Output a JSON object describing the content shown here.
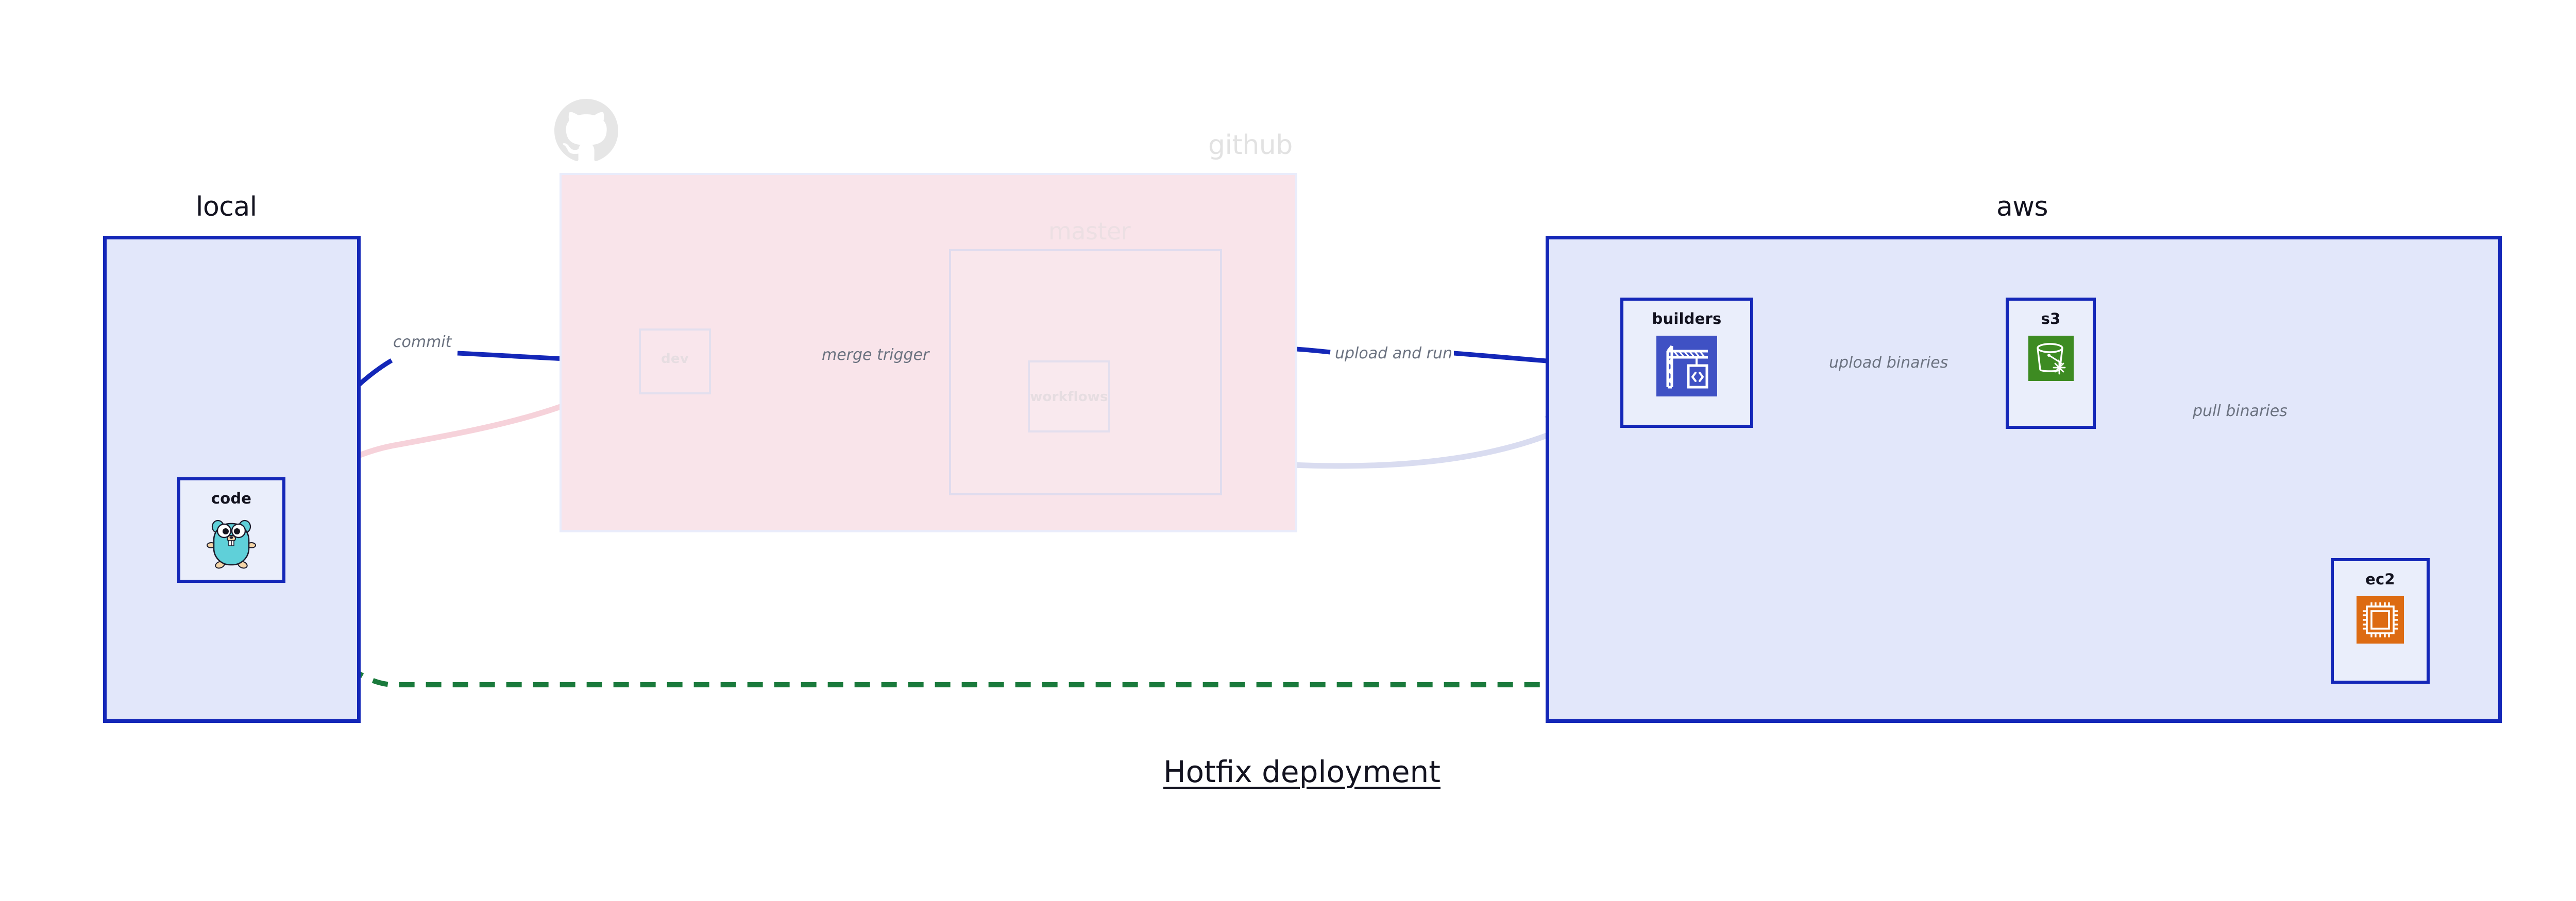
{
  "diagram": {
    "title": "Hotfix deployment",
    "clusters": [
      {
        "id": "local",
        "label": "local"
      },
      {
        "id": "github",
        "label": "github"
      },
      {
        "id": "master",
        "label": "master"
      },
      {
        "id": "aws",
        "label": "aws"
      }
    ],
    "nodes": [
      {
        "id": "code",
        "label": "code",
        "icon": "go-gopher-icon",
        "state": "active"
      },
      {
        "id": "dev",
        "label": "dev",
        "icon": "none",
        "state": "faded"
      },
      {
        "id": "workflows",
        "label": "workflows",
        "icon": "none",
        "state": "faded"
      },
      {
        "id": "builders",
        "label": "builders",
        "icon": "aws-crane-icon",
        "state": "active"
      },
      {
        "id": "s3",
        "label": "s3",
        "icon": "aws-s3-bucket-icon",
        "state": "active"
      },
      {
        "id": "ec2",
        "label": "ec2",
        "icon": "aws-ec2-chip-icon",
        "state": "active"
      }
    ],
    "edges": [
      {
        "id": "commit",
        "label": "commit",
        "from": "code",
        "to": "dev",
        "style": "solid-blue"
      },
      {
        "id": "merge",
        "label": "merge trigger",
        "from": "dev",
        "to": "workflows",
        "style": "solid-blue"
      },
      {
        "id": "upload-run",
        "label": "upload and run",
        "from": "workflows",
        "to": "builders",
        "style": "solid-blue"
      },
      {
        "id": "upload-bin",
        "label": "upload binaries",
        "from": "builders",
        "to": "s3",
        "style": "solid-blue"
      },
      {
        "id": "pull-bin",
        "label": "pull binaries",
        "from": "s3",
        "to": "ec2",
        "style": "solid-blue"
      },
      {
        "id": "hotfix",
        "label": "",
        "from": "code",
        "to": "ec2",
        "style": "dashed-green"
      },
      {
        "id": "faded-code-dev",
        "label": "",
        "from": "code",
        "to": "dev",
        "style": "faded-pink"
      },
      {
        "id": "faded-dev-workflows",
        "label": "",
        "from": "dev",
        "to": "workflows",
        "style": "faded-lavender"
      },
      {
        "id": "faded-workflows-builders",
        "label": "",
        "from": "workflows",
        "to": "builders",
        "style": "faded-lavender"
      }
    ]
  },
  "colors": {
    "cluster_border": "#1427b8",
    "cluster_fill": "#e2e7fa",
    "github_fill": "#f9e4ea",
    "edge_blue": "#1427b8",
    "edge_green": "#1a7a3c",
    "label_gray": "#6b7280",
    "node_fill": "#eaeefb",
    "builders_icon_bg": "#3f51c4",
    "s3_icon_bg": "#3d8b22",
    "ec2_icon_bg": "#dd6b12",
    "gopher_body": "#5fd0d9"
  }
}
